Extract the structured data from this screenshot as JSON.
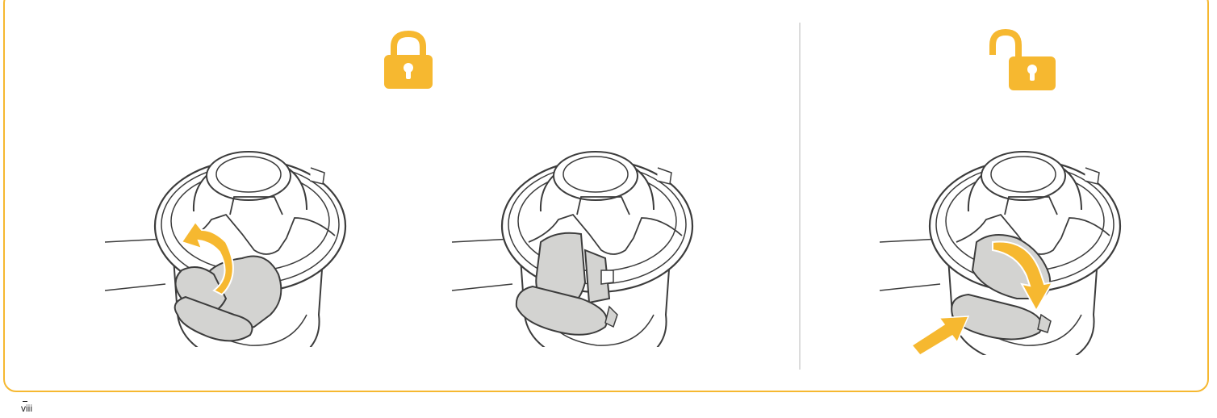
{
  "page": {
    "page_number": "viii"
  },
  "colors": {
    "accent": "#F6B830",
    "lever_fill": "#D3D3D1",
    "outline": "#3C3C3C",
    "divider": "#DCDCDC"
  },
  "icons": {
    "locked": "padlock-closed-icon",
    "unlocked": "padlock-open-icon"
  },
  "panels": [
    {
      "id": "lock-step-1",
      "state": "locked",
      "arrow": "up"
    },
    {
      "id": "lock-step-2",
      "state": "locked",
      "arrow": "none"
    },
    {
      "id": "unlock-step",
      "state": "unlocked",
      "arrow": "down-and-push"
    }
  ]
}
